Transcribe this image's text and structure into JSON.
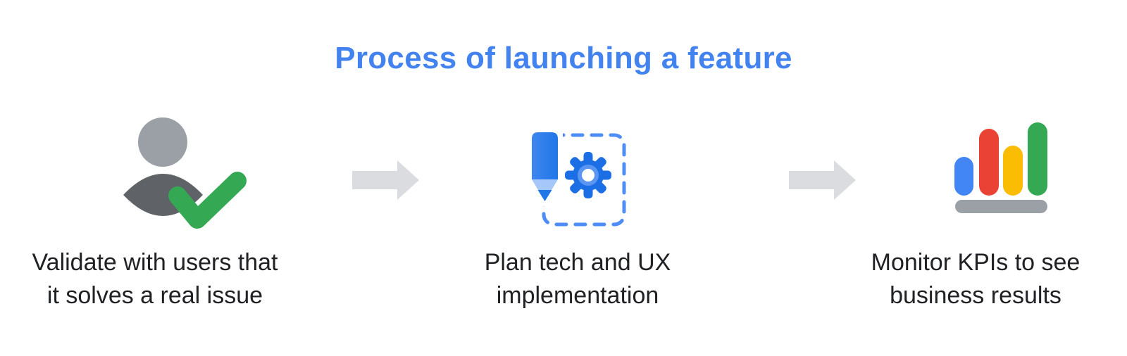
{
  "title": "Process of launching a feature",
  "diagram": {
    "type": "process-flow",
    "direction": "left-to-right",
    "connector": "arrow-right"
  },
  "steps": [
    {
      "icon": "user-validated",
      "caption_line1": "Validate with users that",
      "caption_line2": "it solves a real issue"
    },
    {
      "icon": "plan-pencil-gear",
      "caption_line1": "Plan tech and UX",
      "caption_line2": "implementation"
    },
    {
      "icon": "kpi-bar-chart",
      "caption_line1": "Monitor KPIs to see",
      "caption_line2": "business results"
    }
  ],
  "colors": {
    "background": "#FFFFFF",
    "title_blue": "#4383F0",
    "caption_text": "#202124",
    "arrow_gray": "#DADCE0",
    "person_head_gray": "#9AA0A6",
    "person_body_gray": "#5F6368",
    "check_green": "#34A853",
    "pencil_blue": "#2176E8",
    "pencil_blue_light": "#3E86EF",
    "pencil_tip_light": "#A6C7FA",
    "gear_blue": "#1B6EE3",
    "gear_ring_light": "#5B95F2",
    "dashed_box_blue": "#4E8DF5",
    "bar_blue": "#4285F4",
    "bar_red": "#EA4335",
    "bar_yellow": "#FBBC04",
    "bar_green": "#34A853",
    "chart_base_gray": "#9AA0A6"
  }
}
